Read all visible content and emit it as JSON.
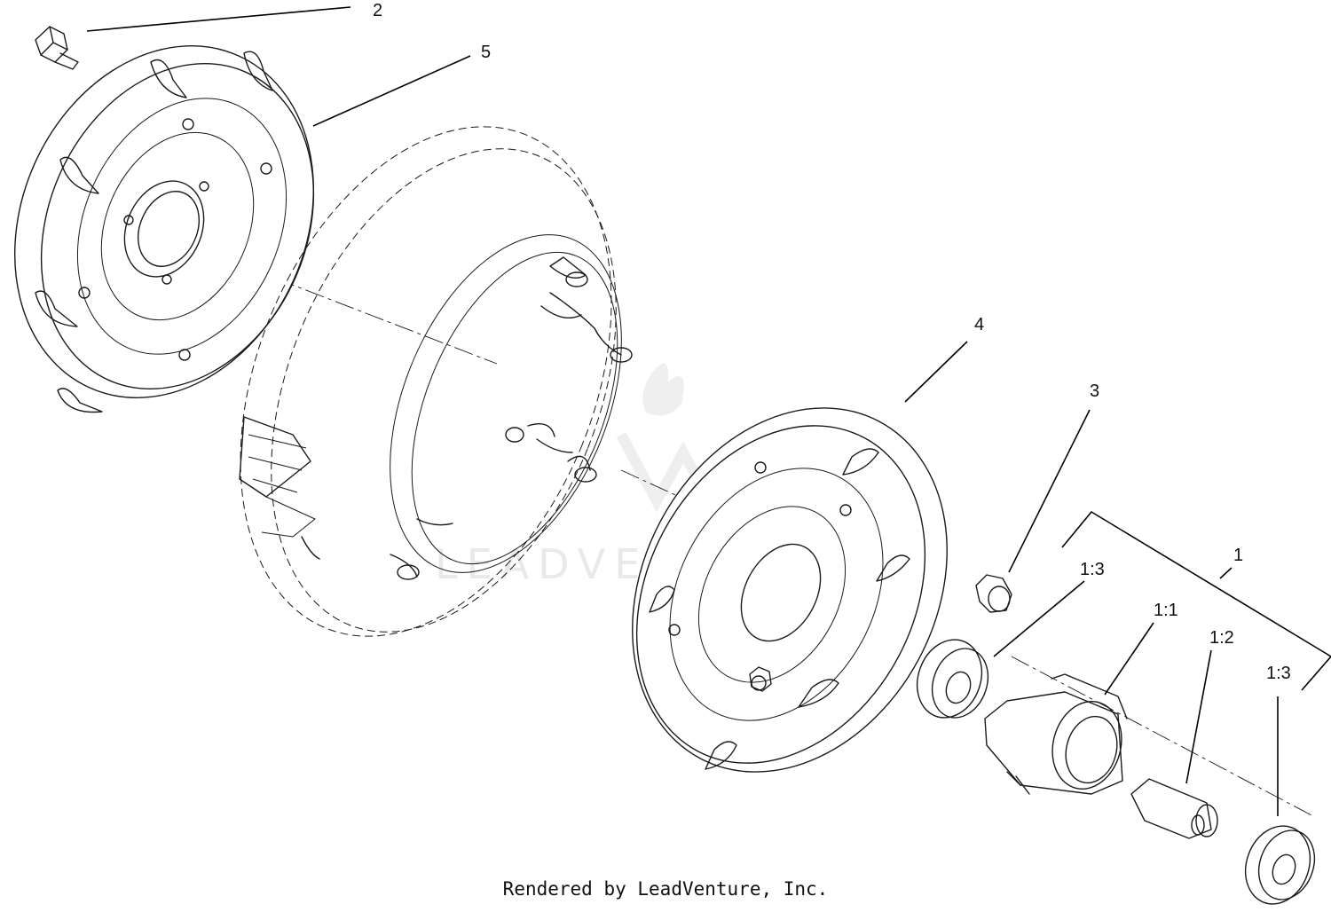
{
  "diagram": {
    "watermark": "LEADVENTURE",
    "callouts": [
      {
        "id": "callout-2",
        "label": "2"
      },
      {
        "id": "callout-5",
        "label": "5"
      },
      {
        "id": "callout-4",
        "label": "4"
      },
      {
        "id": "callout-3",
        "label": "3"
      },
      {
        "id": "callout-1",
        "label": "1"
      },
      {
        "id": "callout-1-3-a",
        "label": "1:3"
      },
      {
        "id": "callout-1-1",
        "label": "1:1"
      },
      {
        "id": "callout-1-2",
        "label": "1:2"
      },
      {
        "id": "callout-1-3-b",
        "label": "1:3"
      }
    ]
  },
  "footer": {
    "text": "Rendered by LeadVenture, Inc."
  }
}
